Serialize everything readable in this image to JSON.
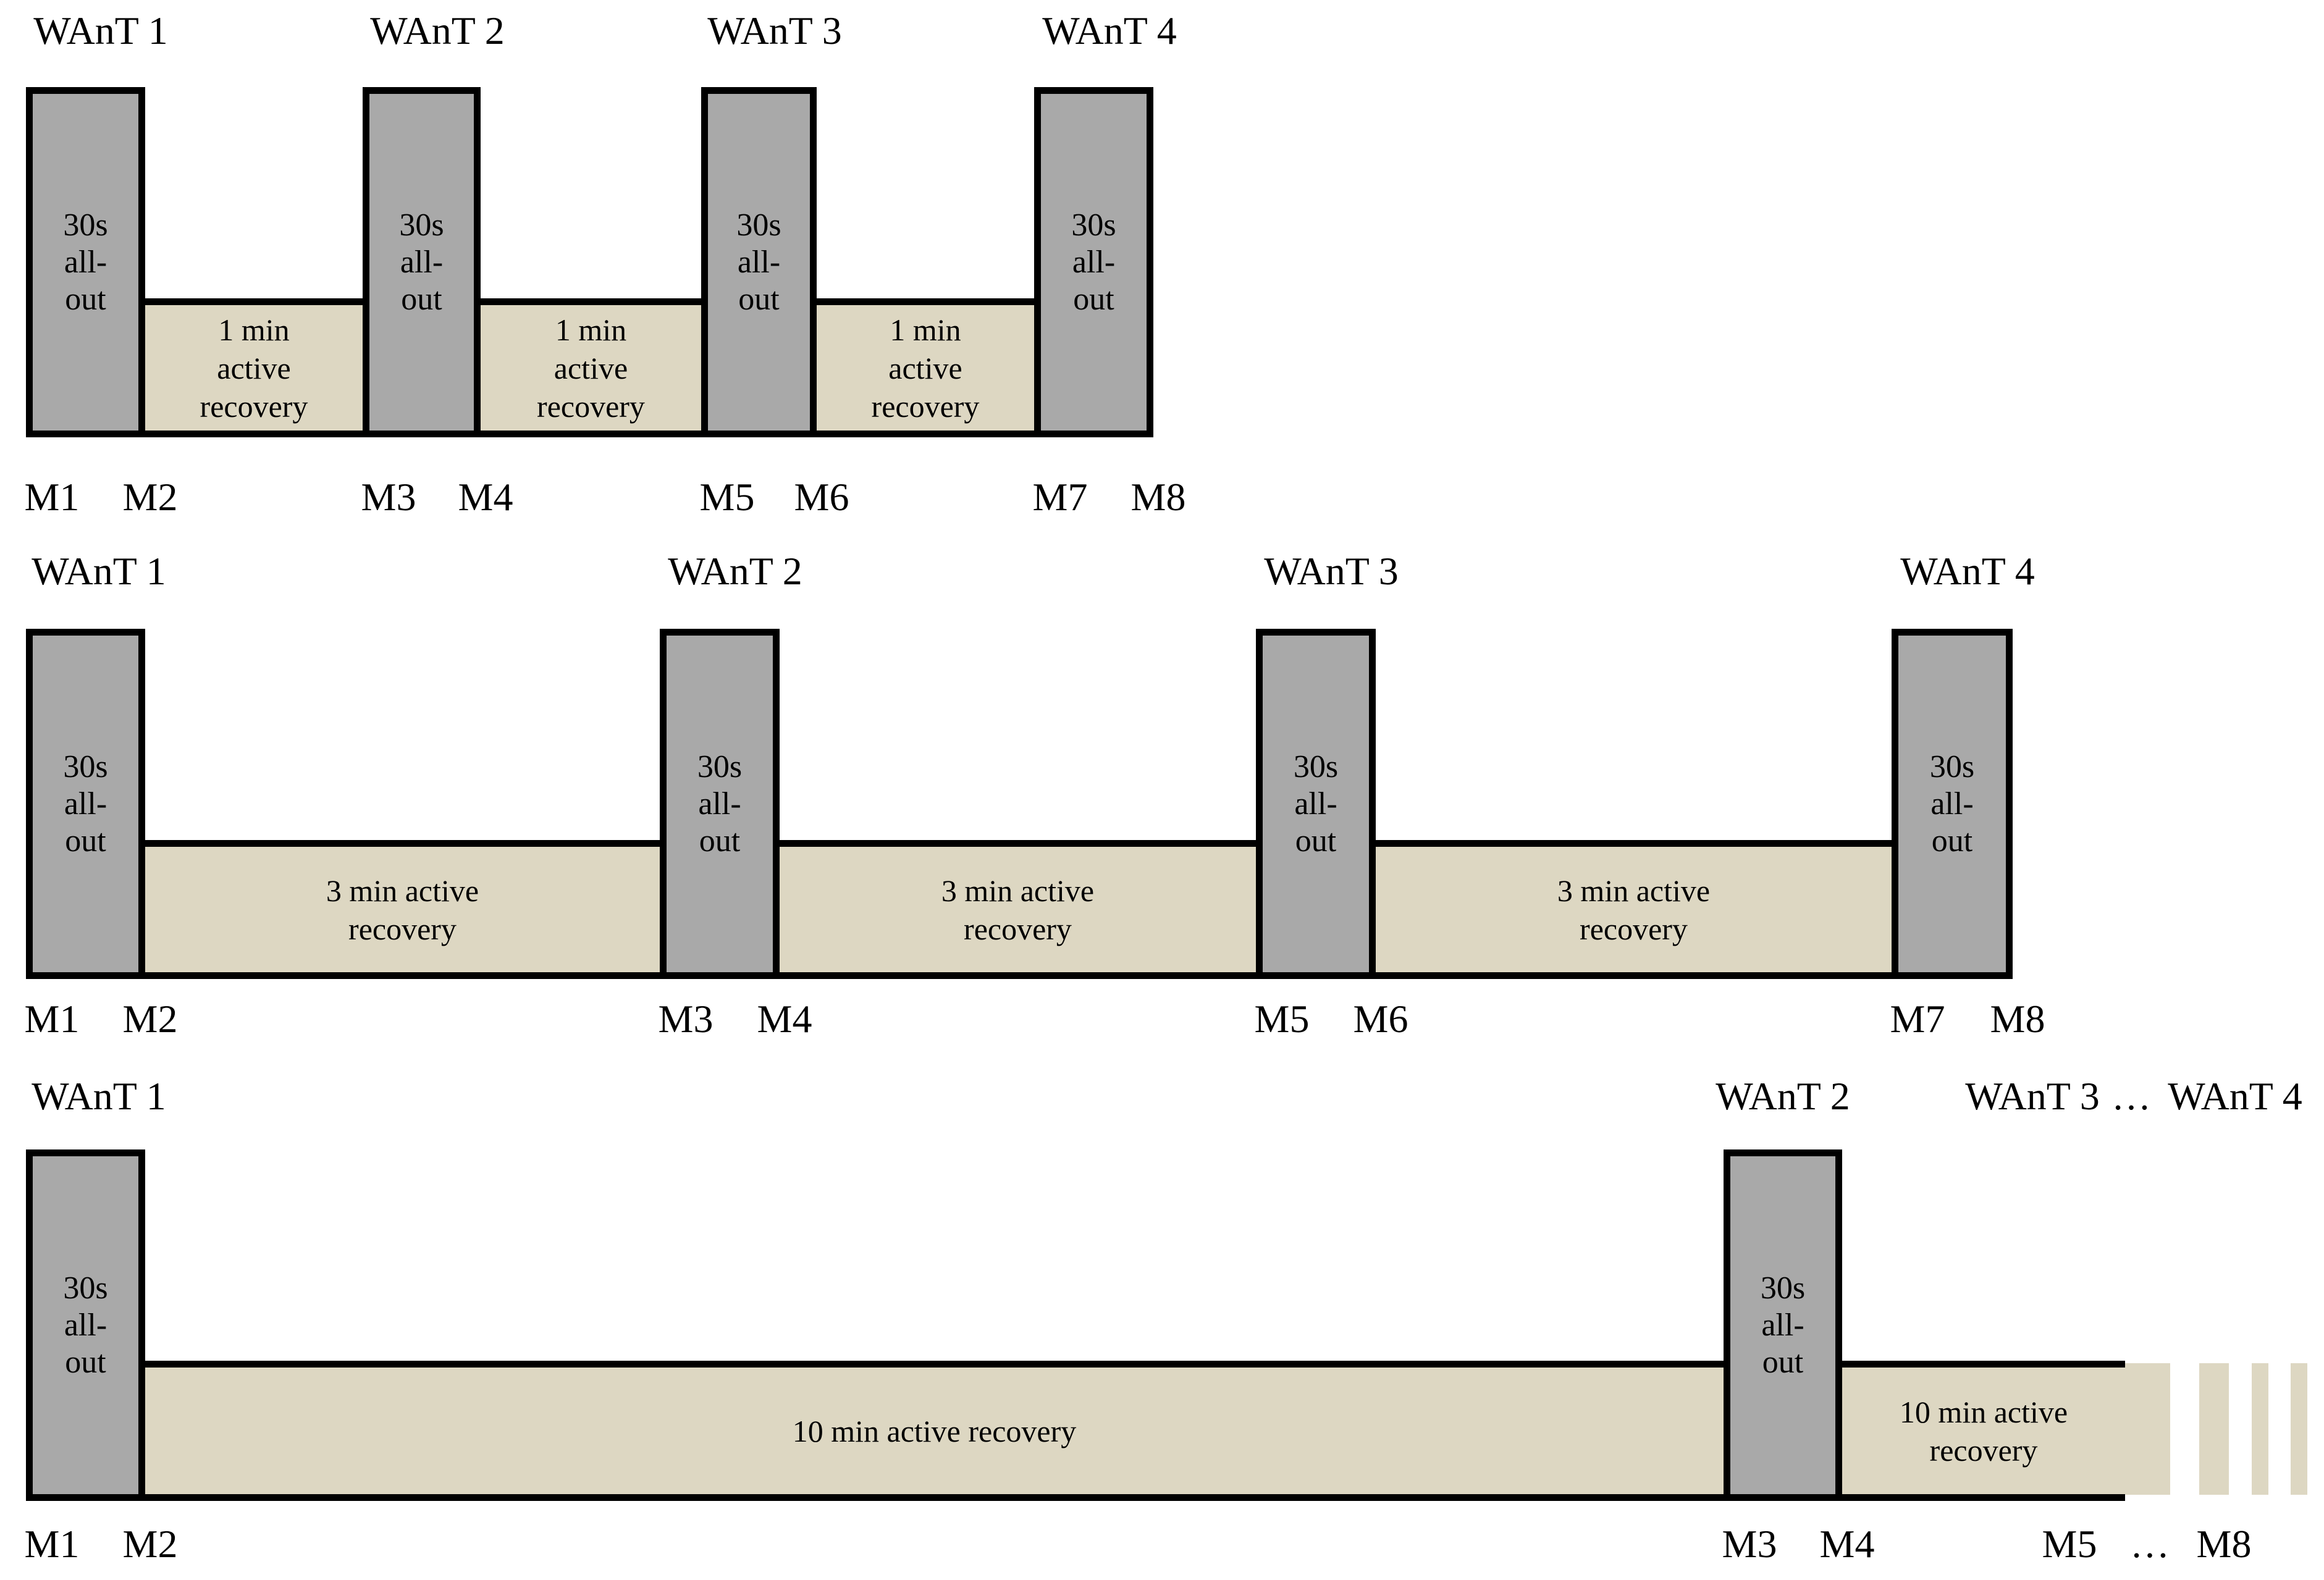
{
  "colors": {
    "sprint_bar_fill": "#a9a9a9",
    "recovery_fill": "#ddd7c2",
    "border": "#000000",
    "text": "#000000",
    "background": "#ffffff"
  },
  "protocols": [
    {
      "name": "protocol-1-min-recovery",
      "want_labels": [
        "WAnT 1",
        "WAnT 2",
        "WAnT 3",
        "WAnT 4"
      ],
      "bar_text": "30s\nall-\nout",
      "recovery_texts": [
        "1 min\nactive\nrecovery",
        "1 min\nactive\nrecovery",
        "1 min\nactive\nrecovery"
      ],
      "m_labels": [
        "M1",
        "M2",
        "M3",
        "M4",
        "M5",
        "M6",
        "M7",
        "M8"
      ]
    },
    {
      "name": "protocol-3-min-recovery",
      "want_labels": [
        "WAnT 1",
        "WAnT 2",
        "WAnT 3",
        "WAnT 4"
      ],
      "bar_text": "30s\nall-\nout",
      "recovery_texts": [
        "3 min active\nrecovery",
        "3 min active\nrecovery",
        "3 min active\nrecovery"
      ],
      "m_labels": [
        "M1",
        "M2",
        "M3",
        "M4",
        "M5",
        "M6",
        "M7",
        "M8"
      ]
    },
    {
      "name": "protocol-10-min-recovery",
      "want_labels": [
        "WAnT 1",
        "WAnT 2"
      ],
      "want_continuation": {
        "want3": "WAnT 3",
        "ellipsis": "…",
        "want4": "WAnT 4"
      },
      "bar_text": "30s\nall-\nout",
      "recovery_texts": [
        "10 min active recovery",
        "10 min active\nrecovery"
      ],
      "m_labels": [
        "M1",
        "M2",
        "M3",
        "M4"
      ],
      "m_continuation": {
        "m5": "M5",
        "ellipsis": "…",
        "m8": "M8"
      }
    }
  ]
}
